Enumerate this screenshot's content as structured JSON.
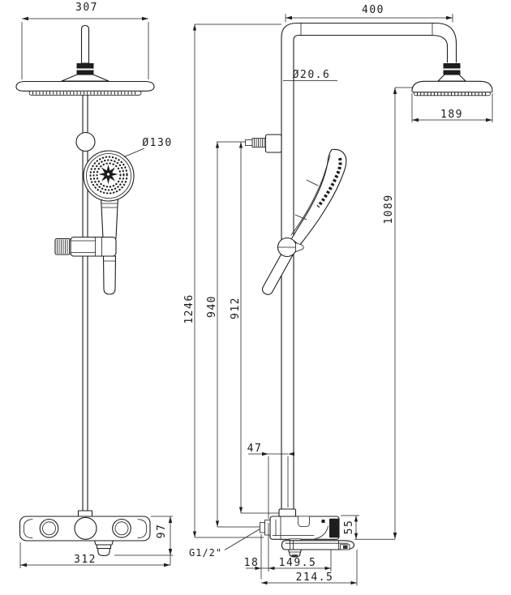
{
  "drawing": {
    "type": "technical-dimension-drawing",
    "colors": {
      "line": "#1d1d1d",
      "background": "#ffffff",
      "fill": "#1d1d1d"
    },
    "components": [
      "overhead-shower-front",
      "shower-arm-front",
      "slide-rail-front",
      "slider-ring-front",
      "hand-shower-front",
      "hand-shower-holder-front",
      "mixer-valve-front",
      "outlet-spout-front",
      "riser-pipe-side",
      "overhead-shower-side",
      "wall-bracket-side",
      "hand-shower-side",
      "slider-knob-side",
      "mixer-valve-side",
      "swivel-spout-side"
    ]
  },
  "dimensions": {
    "overhead_width": "307",
    "arm_reach": "400",
    "pipe_diameter": "Ø20.6",
    "hand_shower_diameter": "Ø130",
    "overhead_diameter_side": "189",
    "overhead_height": "1089",
    "total_height": "1246",
    "inlet_height": "940",
    "rail_height": "912",
    "rail_offset": "47",
    "valve_height_side": "55",
    "valve_height_front": "97",
    "valve_width": "312",
    "inlet_thread": "G1/2\"",
    "inlet_offset": "18",
    "spout_depth": "149.5",
    "overall_depth": "214.5"
  }
}
